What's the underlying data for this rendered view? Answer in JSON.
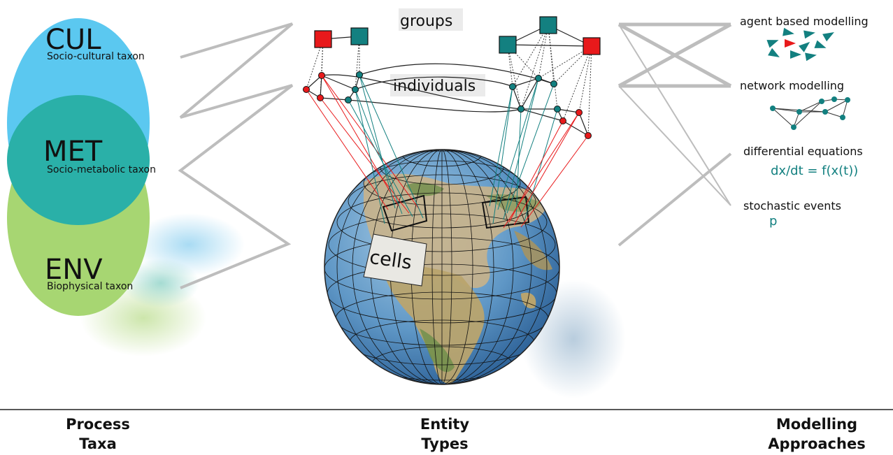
{
  "process_taxa": {
    "cul": {
      "abbr": "CUL",
      "name": "Socio-cultural taxon"
    },
    "met": {
      "abbr": "MET",
      "name": "Socio-metabolic taxon"
    },
    "env": {
      "abbr": "ENV",
      "name": "Biophysical taxon"
    }
  },
  "entities": {
    "groups": "groups",
    "individuals": "individuals",
    "cells": "cells"
  },
  "approaches": {
    "abm": "agent based modelling",
    "network": "network modelling",
    "diffeq": "differential equations",
    "diffeq_formula": "dx/dt = f(x(t))",
    "stochastic": "stochastic events",
    "stochastic_symbol": "p"
  },
  "footer": {
    "col1_line1": "Process",
    "col1_line2": "Taxa",
    "col2_line1": "Entity",
    "col2_line2": "Types",
    "col3_line1": "Modelling",
    "col3_line2": "Approaches"
  },
  "colors": {
    "cul": "#5bc8f0",
    "met": "#2ab0a8",
    "env": "#a7d672",
    "teal": "#138080",
    "red": "#e8191b",
    "connector": "#bdbdbd"
  }
}
